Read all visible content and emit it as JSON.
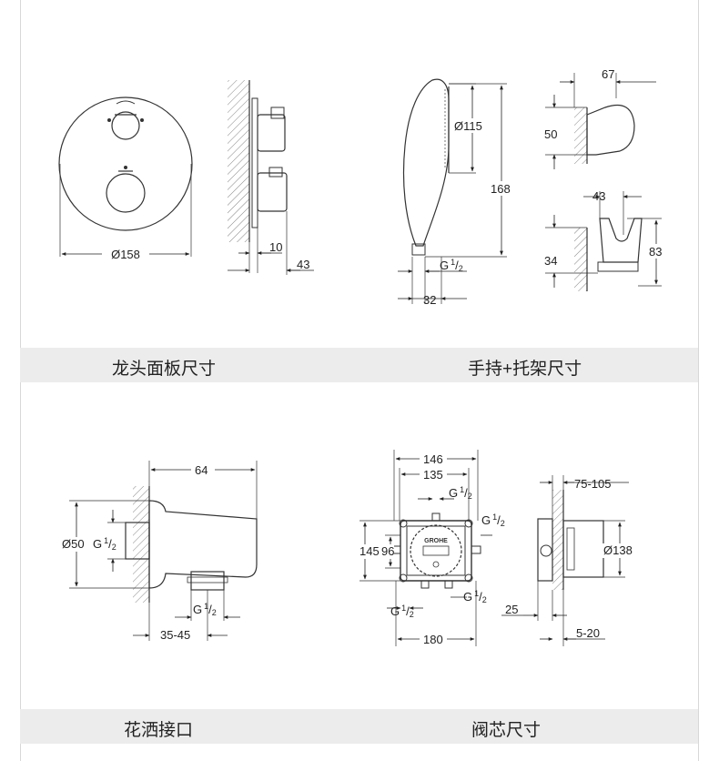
{
  "captions": {
    "panel_faucet": "龙头面板尺寸",
    "handheld": "手持+托架尺寸",
    "outlet": "花洒接口",
    "valve": "阀芯尺寸"
  },
  "faucet_panel": {
    "diameter": "Ø158",
    "d10": "10",
    "d43": "43"
  },
  "handheld": {
    "diameter": "Ø115",
    "length": "168",
    "thread": "G",
    "thread_num": "1",
    "thread_den": "2",
    "d32": "32"
  },
  "holder": {
    "d67": "67",
    "d50": "50",
    "d43": "43",
    "d34": "34",
    "d83": "83"
  },
  "outlet": {
    "d64": "64",
    "diameter": "Ø50",
    "thread": "G",
    "thread_num": "1",
    "thread_den": "2",
    "range": "35-45"
  },
  "valve": {
    "d146": "146",
    "d135": "135",
    "d145": "145",
    "d96": "96",
    "d180": "180",
    "d75_105": "75-105",
    "diameter": "Ø138",
    "d25": "25",
    "d5_20": "5-20",
    "thread": "G",
    "thread_num": "1",
    "thread_den": "2",
    "logo": "GROHE"
  }
}
